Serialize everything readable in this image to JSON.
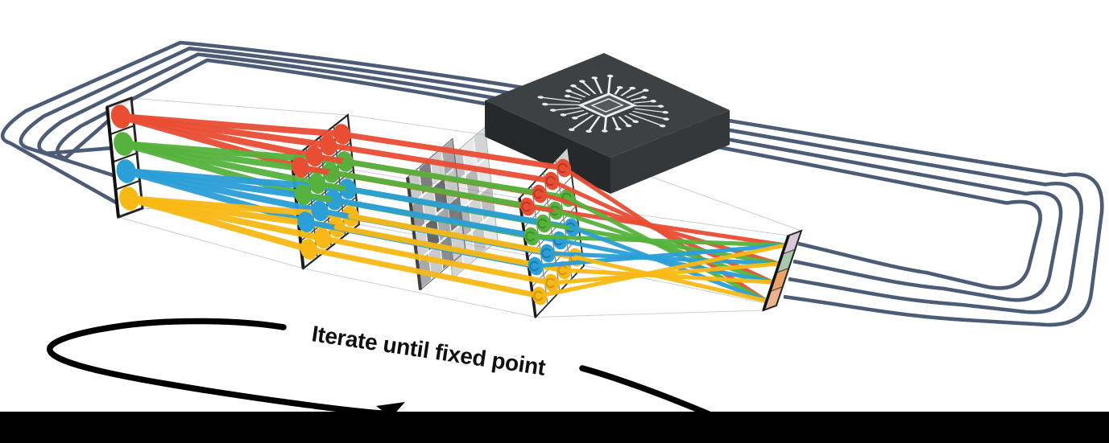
{
  "annotation": {
    "text": "Iterate until fixed point"
  },
  "colors": {
    "red": "#e94e33",
    "green": "#55b33d",
    "blue": "#2b9fd8",
    "yellow": "#f8b915",
    "dark_red": "#b23622",
    "dark_green": "#3c8a28",
    "dark_blue": "#1878ad",
    "dark_yellow": "#c8930e",
    "feedback_line": "#4d5c76",
    "guide_line": "#c6c6c6",
    "panel_frame": "#262626",
    "panel_grid": "#4a4a4a",
    "mask_frame": "#5a5d60",
    "chip_top": "#3e4144",
    "chip_front": "#26282a",
    "chip_side": "#35383b",
    "chip_trace": "#ededed",
    "arrow": "#000000",
    "bottom_bar": "#000000"
  },
  "planes": {
    "row_colors": [
      "red",
      "green",
      "blue",
      "yellow"
    ],
    "input": {
      "sources": [
        "red",
        "green",
        "blue",
        "yellow"
      ]
    },
    "fanout": {
      "rows": 4,
      "cols": 4
    },
    "mask": {
      "cells": [
        [
          "#c2c5c7",
          "#6f7275",
          "#cbcdcf",
          "#9ea1a4"
        ],
        [
          "#8b8e91",
          "#cbcdcf",
          "#5e6164",
          "#c2c5c7"
        ],
        [
          "#cbcdcf",
          "#55585b",
          "#9ea1a4",
          "#6f7275"
        ],
        [
          "#9ea1a4",
          "#c2c5c7",
          "#7e8184",
          "#cbcdcf"
        ]
      ]
    },
    "detector": {
      "rows": 4,
      "cols": 4
    },
    "output": {
      "cells": [
        "#d9c6da",
        "#a9c9aa",
        "#eda368",
        "#edb28e"
      ]
    }
  }
}
